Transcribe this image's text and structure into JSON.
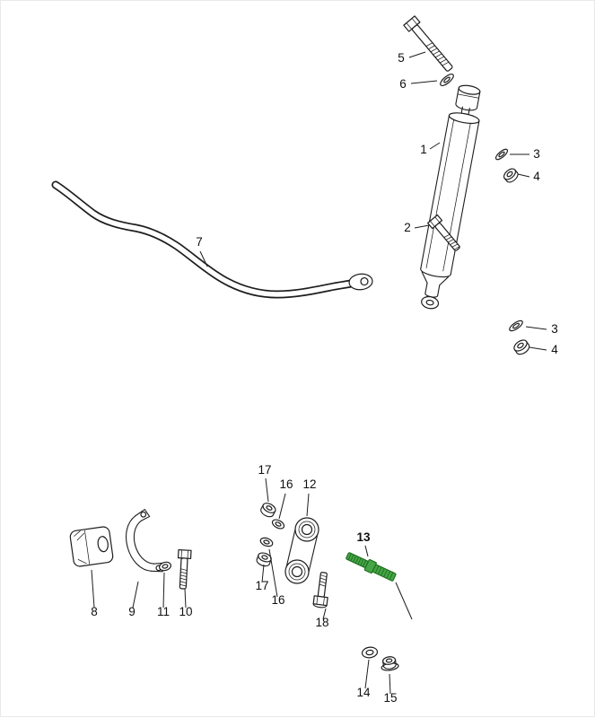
{
  "diagram": {
    "highlighted_part": "13",
    "colors": {
      "bg": "#ffffff",
      "line": "#1d1d1d",
      "label": "#101010",
      "hl": "#46a546",
      "hld": "#1d6e1d"
    }
  },
  "callouts": {
    "c1": {
      "text": "1"
    },
    "c2": {
      "text": "2"
    },
    "c3a": {
      "text": "3"
    },
    "c3b": {
      "text": "3"
    },
    "c4a": {
      "text": "4"
    },
    "c4b": {
      "text": "4"
    },
    "c5": {
      "text": "5"
    },
    "c6": {
      "text": "6"
    },
    "c7": {
      "text": "7"
    },
    "c8": {
      "text": "8"
    },
    "c9": {
      "text": "9"
    },
    "c10": {
      "text": "10"
    },
    "c11": {
      "text": "11"
    },
    "c12": {
      "text": "12"
    },
    "c13": {
      "text": "13"
    },
    "c14": {
      "text": "14"
    },
    "c15": {
      "text": "15"
    },
    "c16a": {
      "text": "16"
    },
    "c16b": {
      "text": "16"
    },
    "c17a": {
      "text": "17"
    },
    "c17b": {
      "text": "17"
    },
    "c18": {
      "text": "18"
    }
  }
}
